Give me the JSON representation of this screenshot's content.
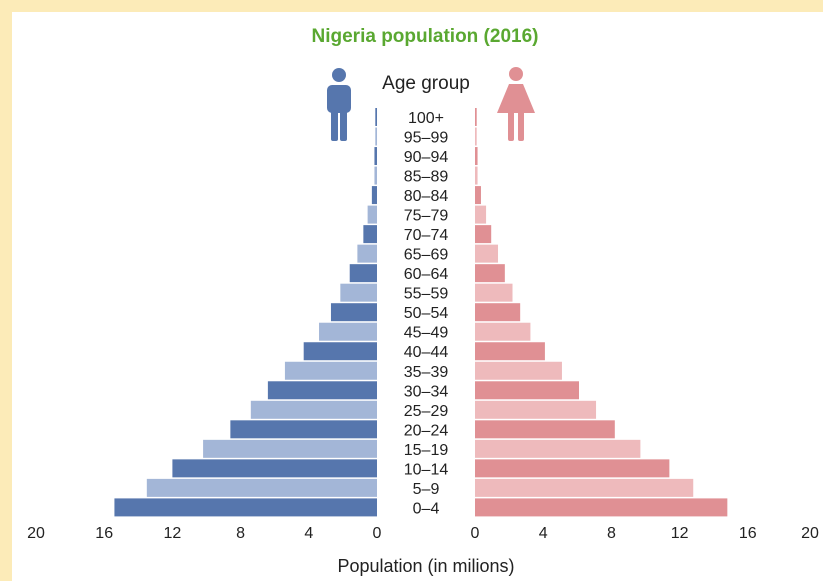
{
  "chart_data": {
    "type": "bar",
    "orientation": "horizontal",
    "layout": "population-pyramid",
    "title": "Nigeria population (2016)",
    "category_axis_title": "Age group",
    "xlabel": "Population (in milions)",
    "xlim": [
      0,
      20
    ],
    "x_tick_labels_left": [
      "20",
      "16",
      "12",
      "8",
      "4",
      "0"
    ],
    "x_tick_labels_right": [
      "0",
      "4",
      "8",
      "12",
      "16",
      "20"
    ],
    "categories": [
      "100+",
      "95–99",
      "90–94",
      "85–89",
      "80–84",
      "75–79",
      "70–74",
      "65–69",
      "60–64",
      "55–59",
      "50–54",
      "45–49",
      "40–44",
      "35–39",
      "30–34",
      "25–29",
      "20–24",
      "15–19",
      "10–14",
      "5–9",
      "0–4"
    ],
    "series": [
      {
        "side": "left",
        "values": [
          0.1,
          0.1,
          0.15,
          0.15,
          0.3,
          0.55,
          0.8,
          1.15,
          1.6,
          2.15,
          2.7,
          3.4,
          4.3,
          5.4,
          6.4,
          7.4,
          8.6,
          10.2,
          12.0,
          13.5,
          15.4
        ],
        "colors": [
          "#5676ad",
          "#a3b6d7"
        ]
      },
      {
        "side": "right",
        "values": [
          0.1,
          0.1,
          0.15,
          0.15,
          0.35,
          0.65,
          0.95,
          1.35,
          1.75,
          2.2,
          2.65,
          3.25,
          4.1,
          5.1,
          6.1,
          7.1,
          8.2,
          9.7,
          11.4,
          12.8,
          14.8
        ],
        "colors": [
          "#e09094",
          "#eebabc"
        ]
      }
    ],
    "colors": {
      "male_icon": "#5676ad",
      "female_icon": "#e09094",
      "title": "#5aa831",
      "border": "#fcebb8"
    },
    "icons": [
      "male-person-icon",
      "female-person-icon"
    ]
  }
}
